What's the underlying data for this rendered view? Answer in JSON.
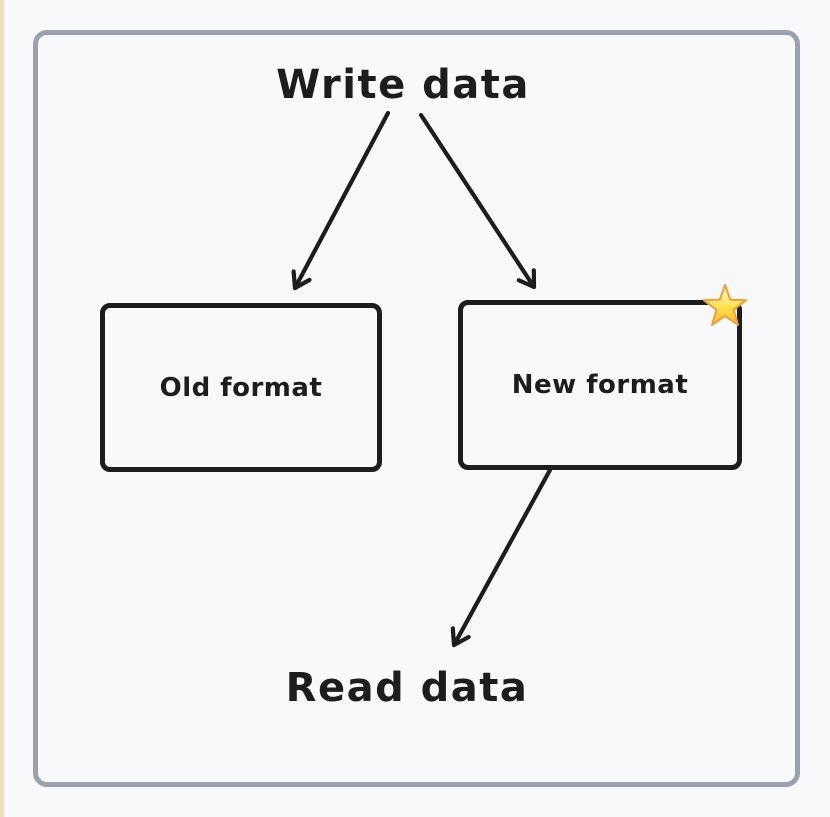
{
  "canvas": {
    "background": "#f8f9fa",
    "left_strip_color": "#f3debb",
    "frame_border_color": "#99a1ac",
    "ink_color": "#1d1d20"
  },
  "diagram": {
    "top_label": "Write data",
    "bottom_label": "Read data",
    "nodes": [
      {
        "label": "Old format"
      },
      {
        "label": "New format",
        "badge_icon": "star-emoji"
      }
    ],
    "star": {
      "top_color": "#fffce8",
      "mid_color": "#ffe14f",
      "bottom_color": "#ffb82e",
      "outline_color": "#eaa53c"
    }
  }
}
